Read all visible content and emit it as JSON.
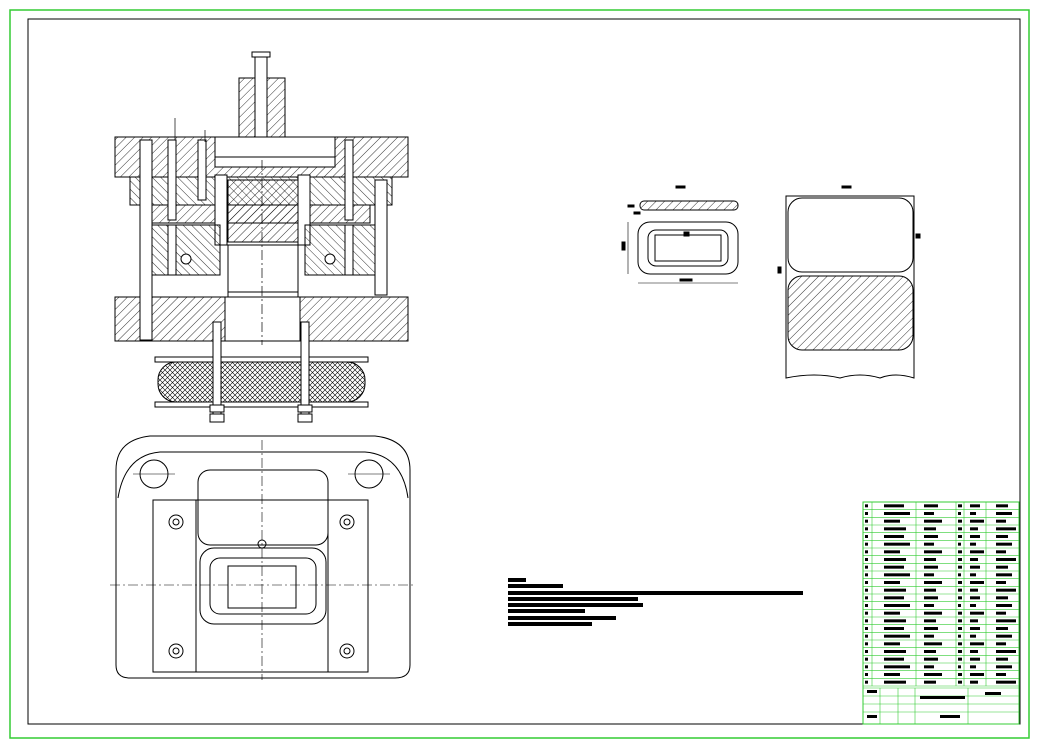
{
  "drawing": {
    "colors": {
      "background": "#ffffff",
      "frame": "#33cc33",
      "lines": "#000000",
      "table_lines": "#33cc33",
      "text_blocks": "#000000"
    },
    "views": [
      "die-assembly-section-view",
      "die-plan-view",
      "part-drawing-front-view",
      "part-drawing-side-view"
    ],
    "notes": {
      "line_count": 7
    },
    "parts_list": {
      "row_count": 24
    }
  }
}
